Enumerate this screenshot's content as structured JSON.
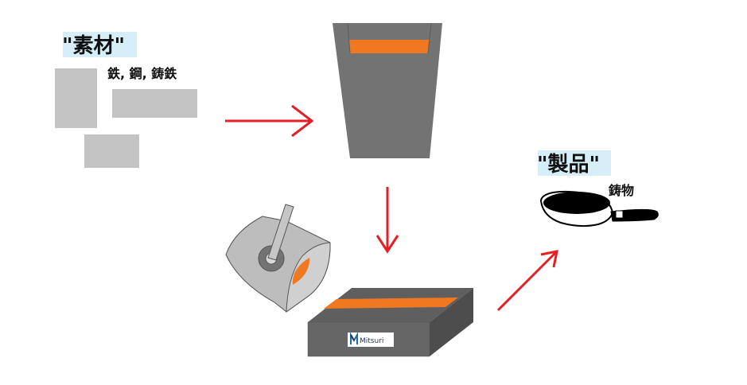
{
  "materials": {
    "title": "\"素材\"",
    "list": "鉄, 鋼, 鋳鉄"
  },
  "product": {
    "title": "\"製品\"",
    "name": "鋳物"
  },
  "mold": {
    "logo_text": "Mitsuri"
  },
  "icons": {
    "materials_blocks": "metal-blocks-icon",
    "furnace": "melting-furnace-icon",
    "ladle": "ladle-icon",
    "mold": "sand-mold-box-icon",
    "frying_pan": "frying-pan-icon",
    "arrow": "arrow-icon"
  },
  "colors": {
    "arrow": "#e81e25",
    "molten_metal": "#f07820",
    "furnace_gray": "#737373",
    "block_gray": "#c3c3c3",
    "title_highlight": "#d6eef8",
    "logo_blue": "#1a6ea8",
    "logo_navy": "#1f3a68"
  }
}
